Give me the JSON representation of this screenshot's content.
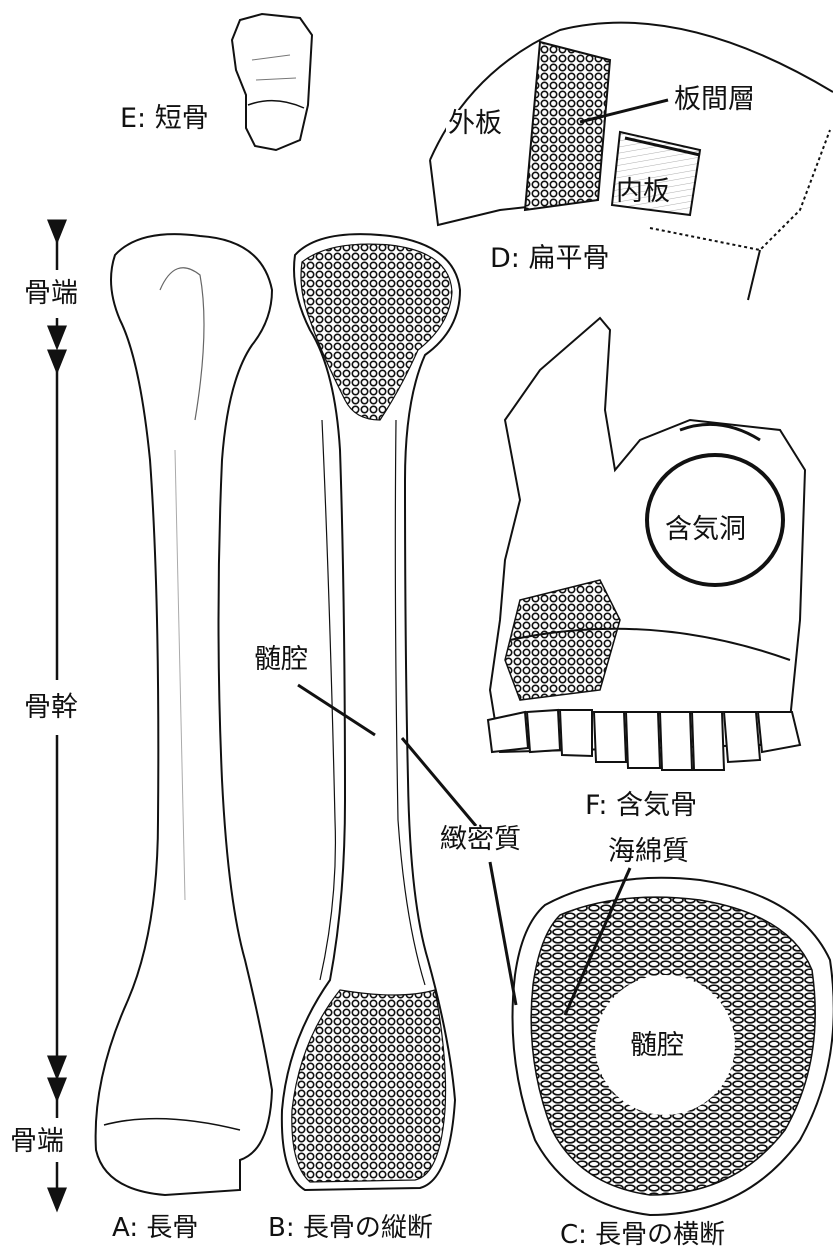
{
  "labels": {
    "short_bone": "E: 短骨",
    "flat_bone": "D: 扁平骨",
    "outer_table": "外板",
    "diploe": "板間層",
    "inner_table": "内板",
    "epiphysis_top": "骨端",
    "diaphysis": "骨幹",
    "epiphysis_bottom": "骨端",
    "medullary_cavity_b": "髄腔",
    "compact_bone": "緻密質",
    "air_cells": "含気洞",
    "pneumatic_bone": "F: 含気骨",
    "spongy_bone": "海綿質",
    "medullary_cavity_c": "髄腔",
    "long_bone": "A: 長骨",
    "long_bone_longitudinal": "B: 長骨の縦断",
    "long_bone_cross": "C: 長骨の横断"
  }
}
